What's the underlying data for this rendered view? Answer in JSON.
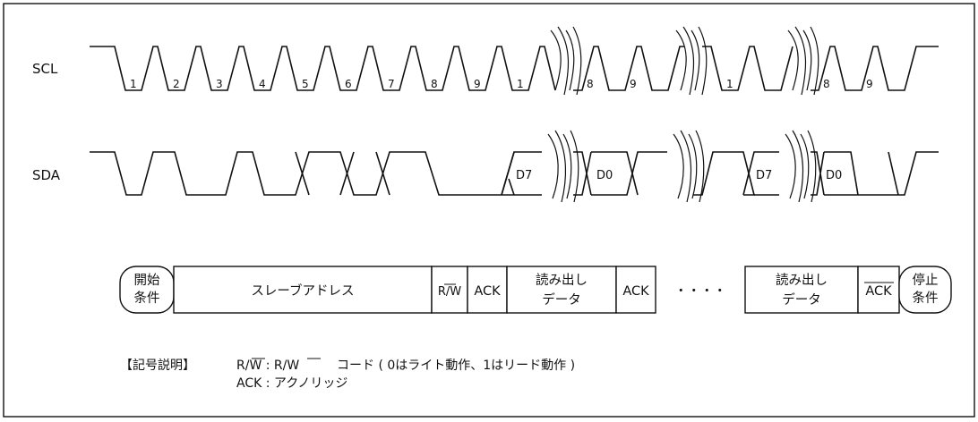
{
  "signals": {
    "scl": "SCL",
    "sda": "SDA"
  },
  "clock_numbers": [
    "1",
    "2",
    "3",
    "4",
    "5",
    "6",
    "7",
    "8",
    "9",
    "1",
    "8",
    "9",
    "1",
    "8",
    "9"
  ],
  "data_bits": {
    "d7_first": "D7",
    "d0_first": "D0",
    "d7_second": "D7",
    "d0_second": "D0"
  },
  "frame": {
    "start_line1": "開始",
    "start_line2": "条件",
    "slave_address": "スレーブアドレス",
    "rw": "R/W",
    "ack": "ACK",
    "read_data_line1": "読み出し",
    "read_data_line2": "データ",
    "ack2": "ACK",
    "ellipsis": "・・・・",
    "read_data2_line1": "読み出し",
    "read_data2_line2": "データ",
    "ack_bar": "ACK",
    "stop_line1": "停止",
    "stop_line2": "条件"
  },
  "legend": {
    "heading": "【記号説明】",
    "line1_prefix": "R/W : R/W",
    "line1_rest": "コード ( 0はライト動作、1はリード動作 )",
    "line2": "ACK : アクノリッジ"
  }
}
